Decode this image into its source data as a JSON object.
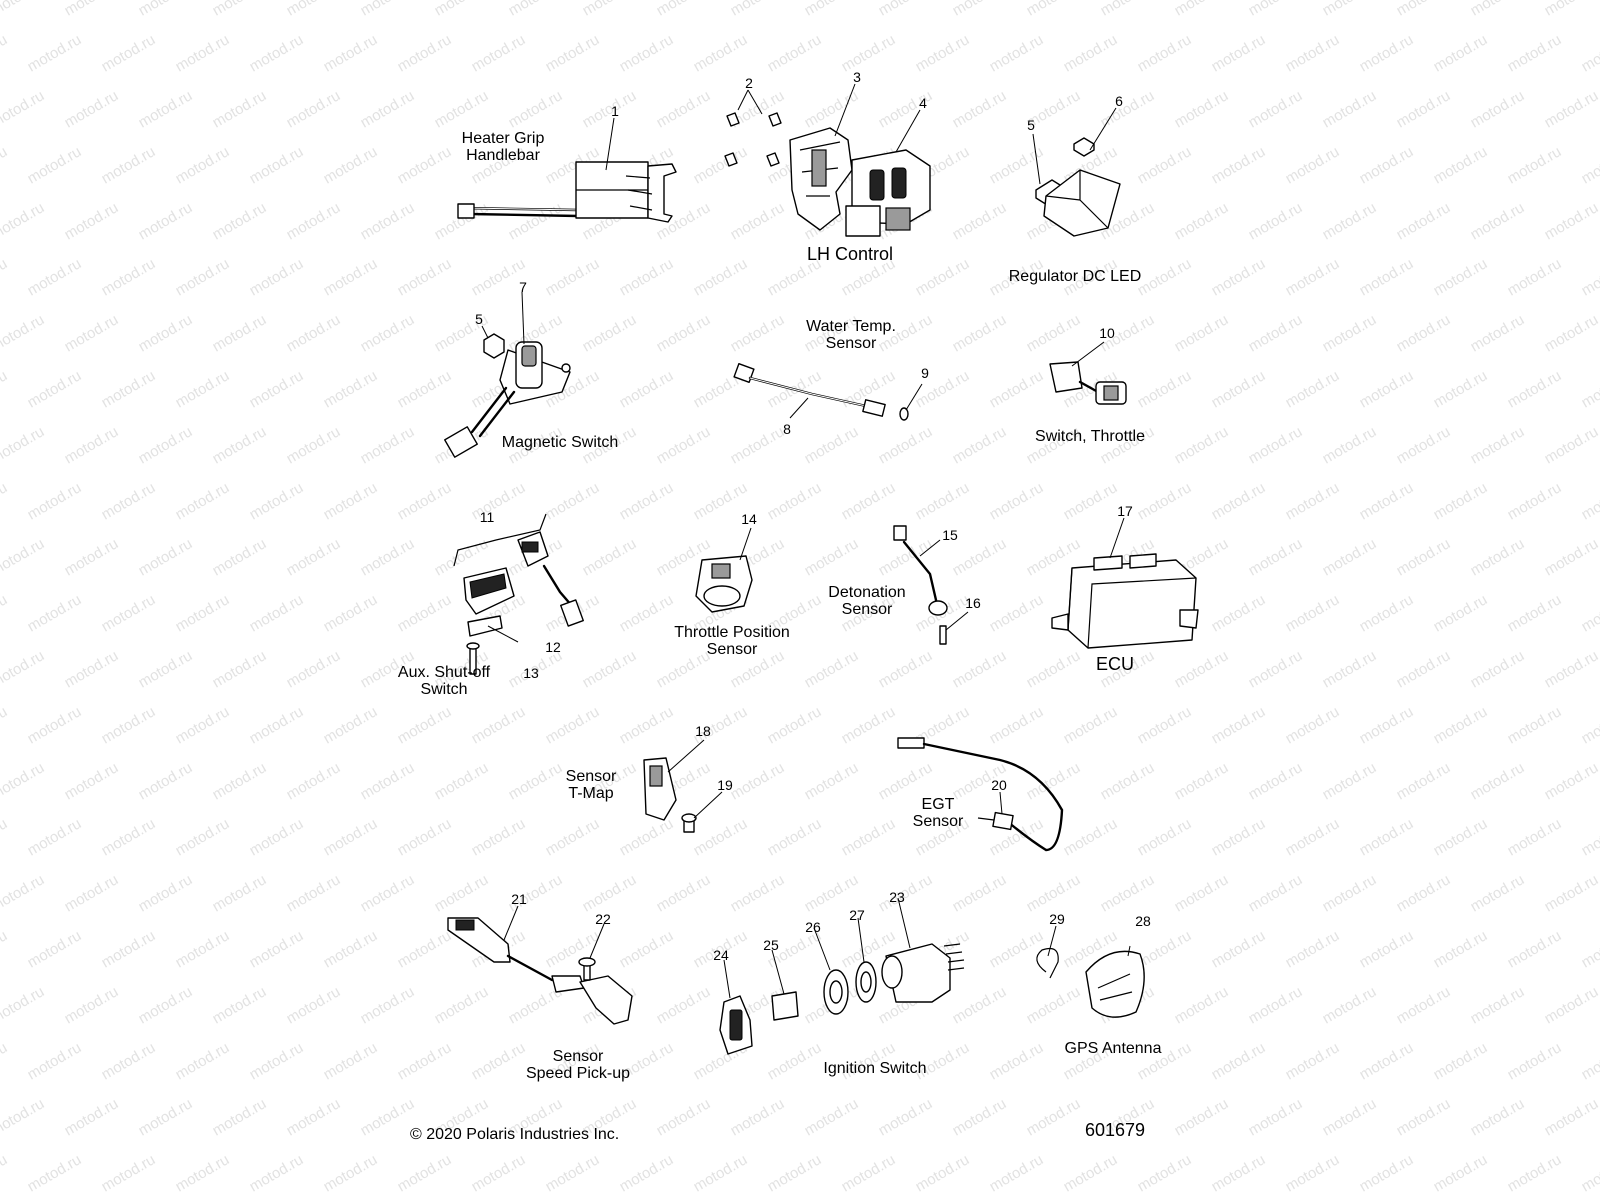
{
  "diagram": {
    "watermark": "motod.ru",
    "copyright": "© 2020 Polaris Industries Inc.",
    "figure_number": "601679",
    "labels": {
      "heater_grip": "Heater Grip\nHandlebar",
      "lh_control": "LH Control",
      "regulator": "Regulator DC LED",
      "magnetic_switch": "Magnetic Switch",
      "water_temp": "Water Temp.\nSensor",
      "switch_throttle": "Switch, Throttle",
      "aux_shutoff": "Aux. Shut-off\nSwitch",
      "throttle_position": "Throttle Position\nSensor",
      "detonation": "Detonation\nSensor",
      "ecu": "ECU",
      "tmap": "Sensor\nT-Map",
      "egt": "EGT\nSensor",
      "speed_pickup": "Sensor\nSpeed Pick-up",
      "ignition_switch": "Ignition Switch",
      "gps_antenna": "GPS Antenna"
    },
    "callouts": [
      "1",
      "2",
      "3",
      "4",
      "5",
      "6",
      "5",
      "7",
      "8",
      "9",
      "10",
      "11",
      "12",
      "13",
      "14",
      "15",
      "16",
      "17",
      "18",
      "19",
      "20",
      "21",
      "22",
      "23",
      "24",
      "25",
      "26",
      "27",
      "28",
      "29"
    ]
  }
}
